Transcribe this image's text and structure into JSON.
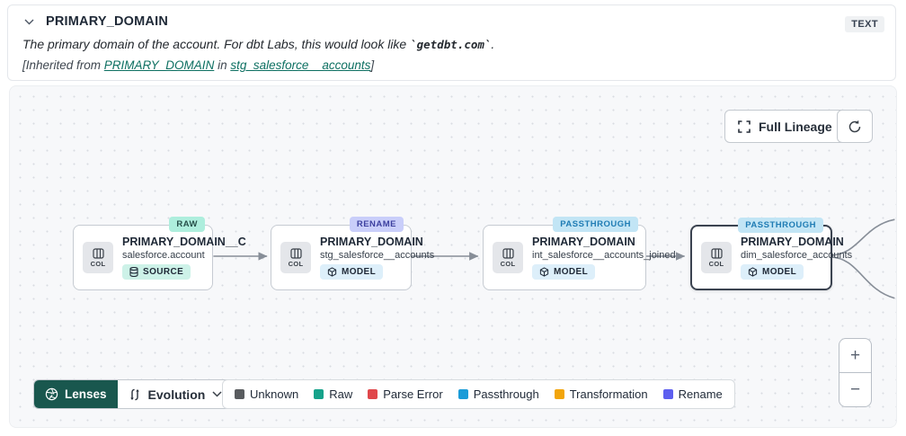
{
  "header": {
    "title": "PRIMARY_DOMAIN",
    "type_badge": "TEXT",
    "description": {
      "prefix": "The primary domain of the account. For dbt Labs, this would look like ",
      "code": "`getdbt.com`",
      "suffix": "."
    },
    "inherited": {
      "prefix": "[Inherited from ",
      "column_link": "PRIMARY_DOMAIN",
      "middle": " in ",
      "model_link": "stg_salesforce__accounts",
      "suffix": "]"
    }
  },
  "toolbar": {
    "full_lineage_label": "Full Lineage",
    "refresh_icon": "refresh-icon"
  },
  "canvas": {
    "nodes": [
      {
        "title": "PRIMARY_DOMAIN__C",
        "subtitle": "salesforce.account",
        "resource_type": "SOURCE",
        "status": "RAW",
        "status_bg": "#aeeedd",
        "status_color": "#27504a",
        "resource_bg": "#cdf2e8",
        "col_label": "COL"
      },
      {
        "title": "PRIMARY_DOMAIN",
        "subtitle": "stg_salesforce__accounts",
        "resource_type": "MODEL",
        "status": "RENAME",
        "status_bg": "#c9cefa",
        "status_color": "#3c3f9f",
        "resource_bg": "#ddeffa",
        "col_label": "COL"
      },
      {
        "title": "PRIMARY_DOMAIN",
        "subtitle": "int_salesforce__accounts_joined",
        "resource_type": "MODEL",
        "status": "PASSTHROUGH",
        "status_bg": "#c2e5f5",
        "status_color": "#1f7cb4",
        "resource_bg": "#ddeffa",
        "col_label": "COL"
      },
      {
        "title": "PRIMARY_DOMAIN",
        "subtitle": "dim_salesforce_accounts",
        "resource_type": "MODEL",
        "status": "PASSTHROUGH",
        "status_bg": "#c2e5f5",
        "status_color": "#1f7cb4",
        "resource_bg": "#ddeffa",
        "col_label": "COL"
      }
    ]
  },
  "controls": {
    "lenses_label": "Lenses",
    "lens_selected": "Evolution",
    "zoom_in": "+",
    "zoom_out": "−"
  },
  "legend": {
    "items": [
      {
        "label": "Unknown",
        "color": "#595c5f"
      },
      {
        "label": "Raw",
        "color": "#16a28a"
      },
      {
        "label": "Parse Error",
        "color": "#e0474b"
      },
      {
        "label": "Passthrough",
        "color": "#1b9cd8"
      },
      {
        "label": "Transformation",
        "color": "#f2a50c"
      },
      {
        "label": "Rename",
        "color": "#5d5fef"
      }
    ]
  },
  "colors": {
    "lenses_bg": "#19574e",
    "edge": "#878e98",
    "canvas_bg": "#f7f8fa",
    "selected_border": "#3b4350"
  }
}
